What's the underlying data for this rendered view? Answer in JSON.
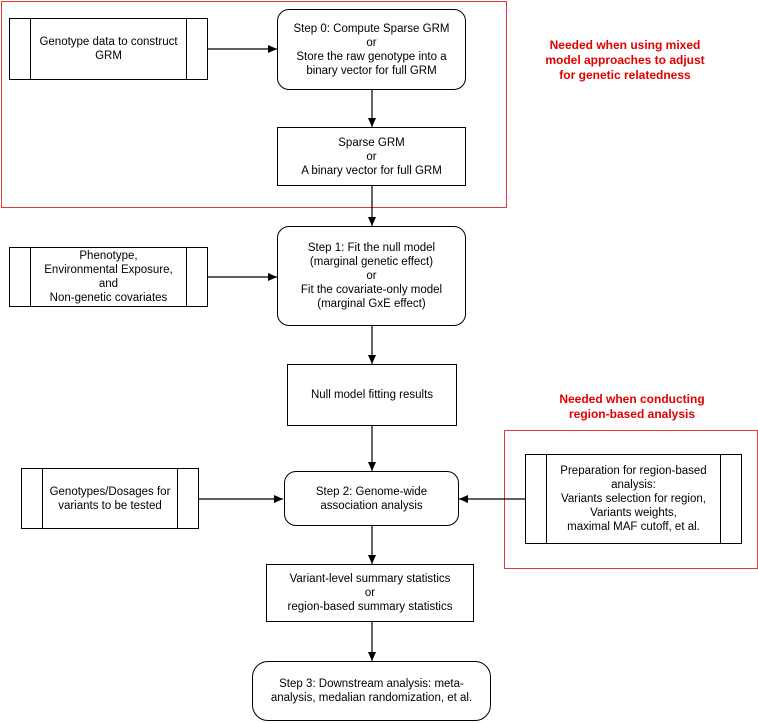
{
  "notes": {
    "grm": [
      "Needed when using mixed",
      "model approaches to adjust",
      "for genetic relatedness"
    ],
    "region": [
      "Needed when conducting",
      "region-based analysis"
    ]
  },
  "inputs": {
    "genotype_grm": [
      "Genotype data to construct",
      "GRM"
    ],
    "phenotype": [
      "Phenotype,",
      "Environmental Exposure,",
      "and",
      "Non-genetic covariates"
    ],
    "genotypes_dosages": [
      "Genotypes/Dosages for",
      "variants to be tested"
    ],
    "region_prep": [
      "Preparation for region-based",
      "analysis:",
      "Variants selection for region,",
      "Variants weights,",
      "maximal MAF cutoff, et al."
    ]
  },
  "steps": {
    "step0": [
      "Step 0: Compute Sparse GRM",
      "or",
      "Store the raw genotype into a",
      "binary vector for full GRM"
    ],
    "grm_out": [
      "Sparse GRM",
      "or",
      "A binary vector for full GRM"
    ],
    "step1": [
      "Step 1: Fit the null model",
      "(marginal genetic effect)",
      "or",
      "Fit the covariate-only model",
      "(marginal GxE effect)"
    ],
    "null_out": [
      "Null model fitting results"
    ],
    "step2": [
      "Step 2: Genome-wide",
      "association analysis"
    ],
    "stats_out": [
      "Variant-level summary statistics",
      "or",
      "region-based summary statistics"
    ],
    "step3": [
      "Step 3: Downstream analysis: meta-",
      "analysis, medalian randomization, et al."
    ]
  }
}
